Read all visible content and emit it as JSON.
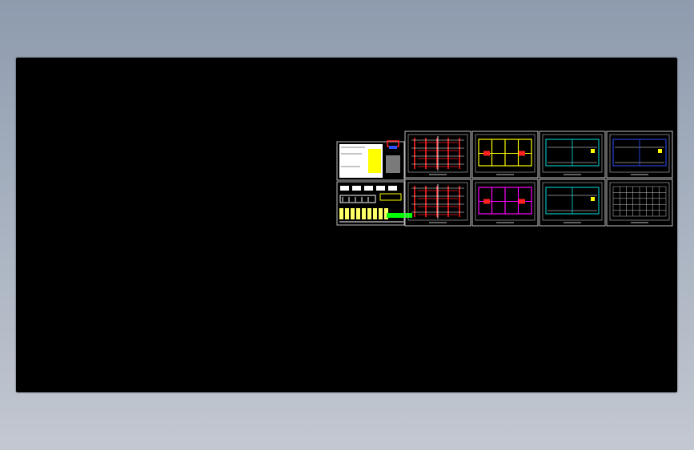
{
  "canvas": {
    "background": "#000000",
    "colors": {
      "frame": "#bfbfbf",
      "red": "#ff2020",
      "yellow": "#ffff00",
      "magenta": "#ff00ff",
      "cyan": "#00e0e0",
      "green": "#00ff00",
      "white": "#ffffff",
      "blue": "#3050ff"
    }
  },
  "sheets": {
    "cover_sheet": {
      "kind": "cover"
    },
    "schedule_sheet": {
      "kind": "schedule"
    },
    "plans": [
      {
        "name": "plan-sheet-1",
        "row": 0,
        "col": 0,
        "accent": "#ff2020",
        "style": "structure"
      },
      {
        "name": "plan-sheet-2",
        "row": 0,
        "col": 1,
        "accent": "#ffff00",
        "style": "rooms"
      },
      {
        "name": "plan-sheet-3",
        "row": 0,
        "col": 2,
        "accent": "#00e0e0",
        "style": "lines"
      },
      {
        "name": "plan-sheet-4",
        "row": 0,
        "col": 3,
        "accent": "#3050ff",
        "style": "lines"
      },
      {
        "name": "plan-sheet-5",
        "row": 1,
        "col": 0,
        "accent": "#ff2020",
        "style": "structure"
      },
      {
        "name": "plan-sheet-6",
        "row": 1,
        "col": 1,
        "accent": "#ff00ff",
        "style": "rooms"
      },
      {
        "name": "plan-sheet-7",
        "row": 1,
        "col": 2,
        "accent": "#00e0e0",
        "style": "lines"
      },
      {
        "name": "plan-sheet-8",
        "row": 1,
        "col": 3,
        "accent": "#bfbfbf",
        "style": "grid"
      }
    ]
  }
}
